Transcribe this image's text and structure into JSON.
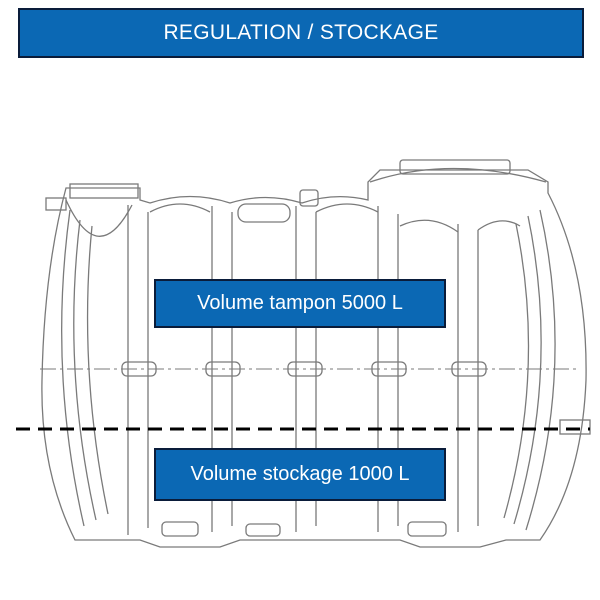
{
  "header": {
    "title": "REGULATION / STOCKAGE"
  },
  "labels": {
    "tampon": "Volume tampon 5000 L",
    "stockage": "Volume stockage 1000 L"
  },
  "colors": {
    "box_fill": "#0b68b4",
    "box_border": "#0a1c3a",
    "line": "#7a7a7a",
    "dashed": "#000000"
  }
}
